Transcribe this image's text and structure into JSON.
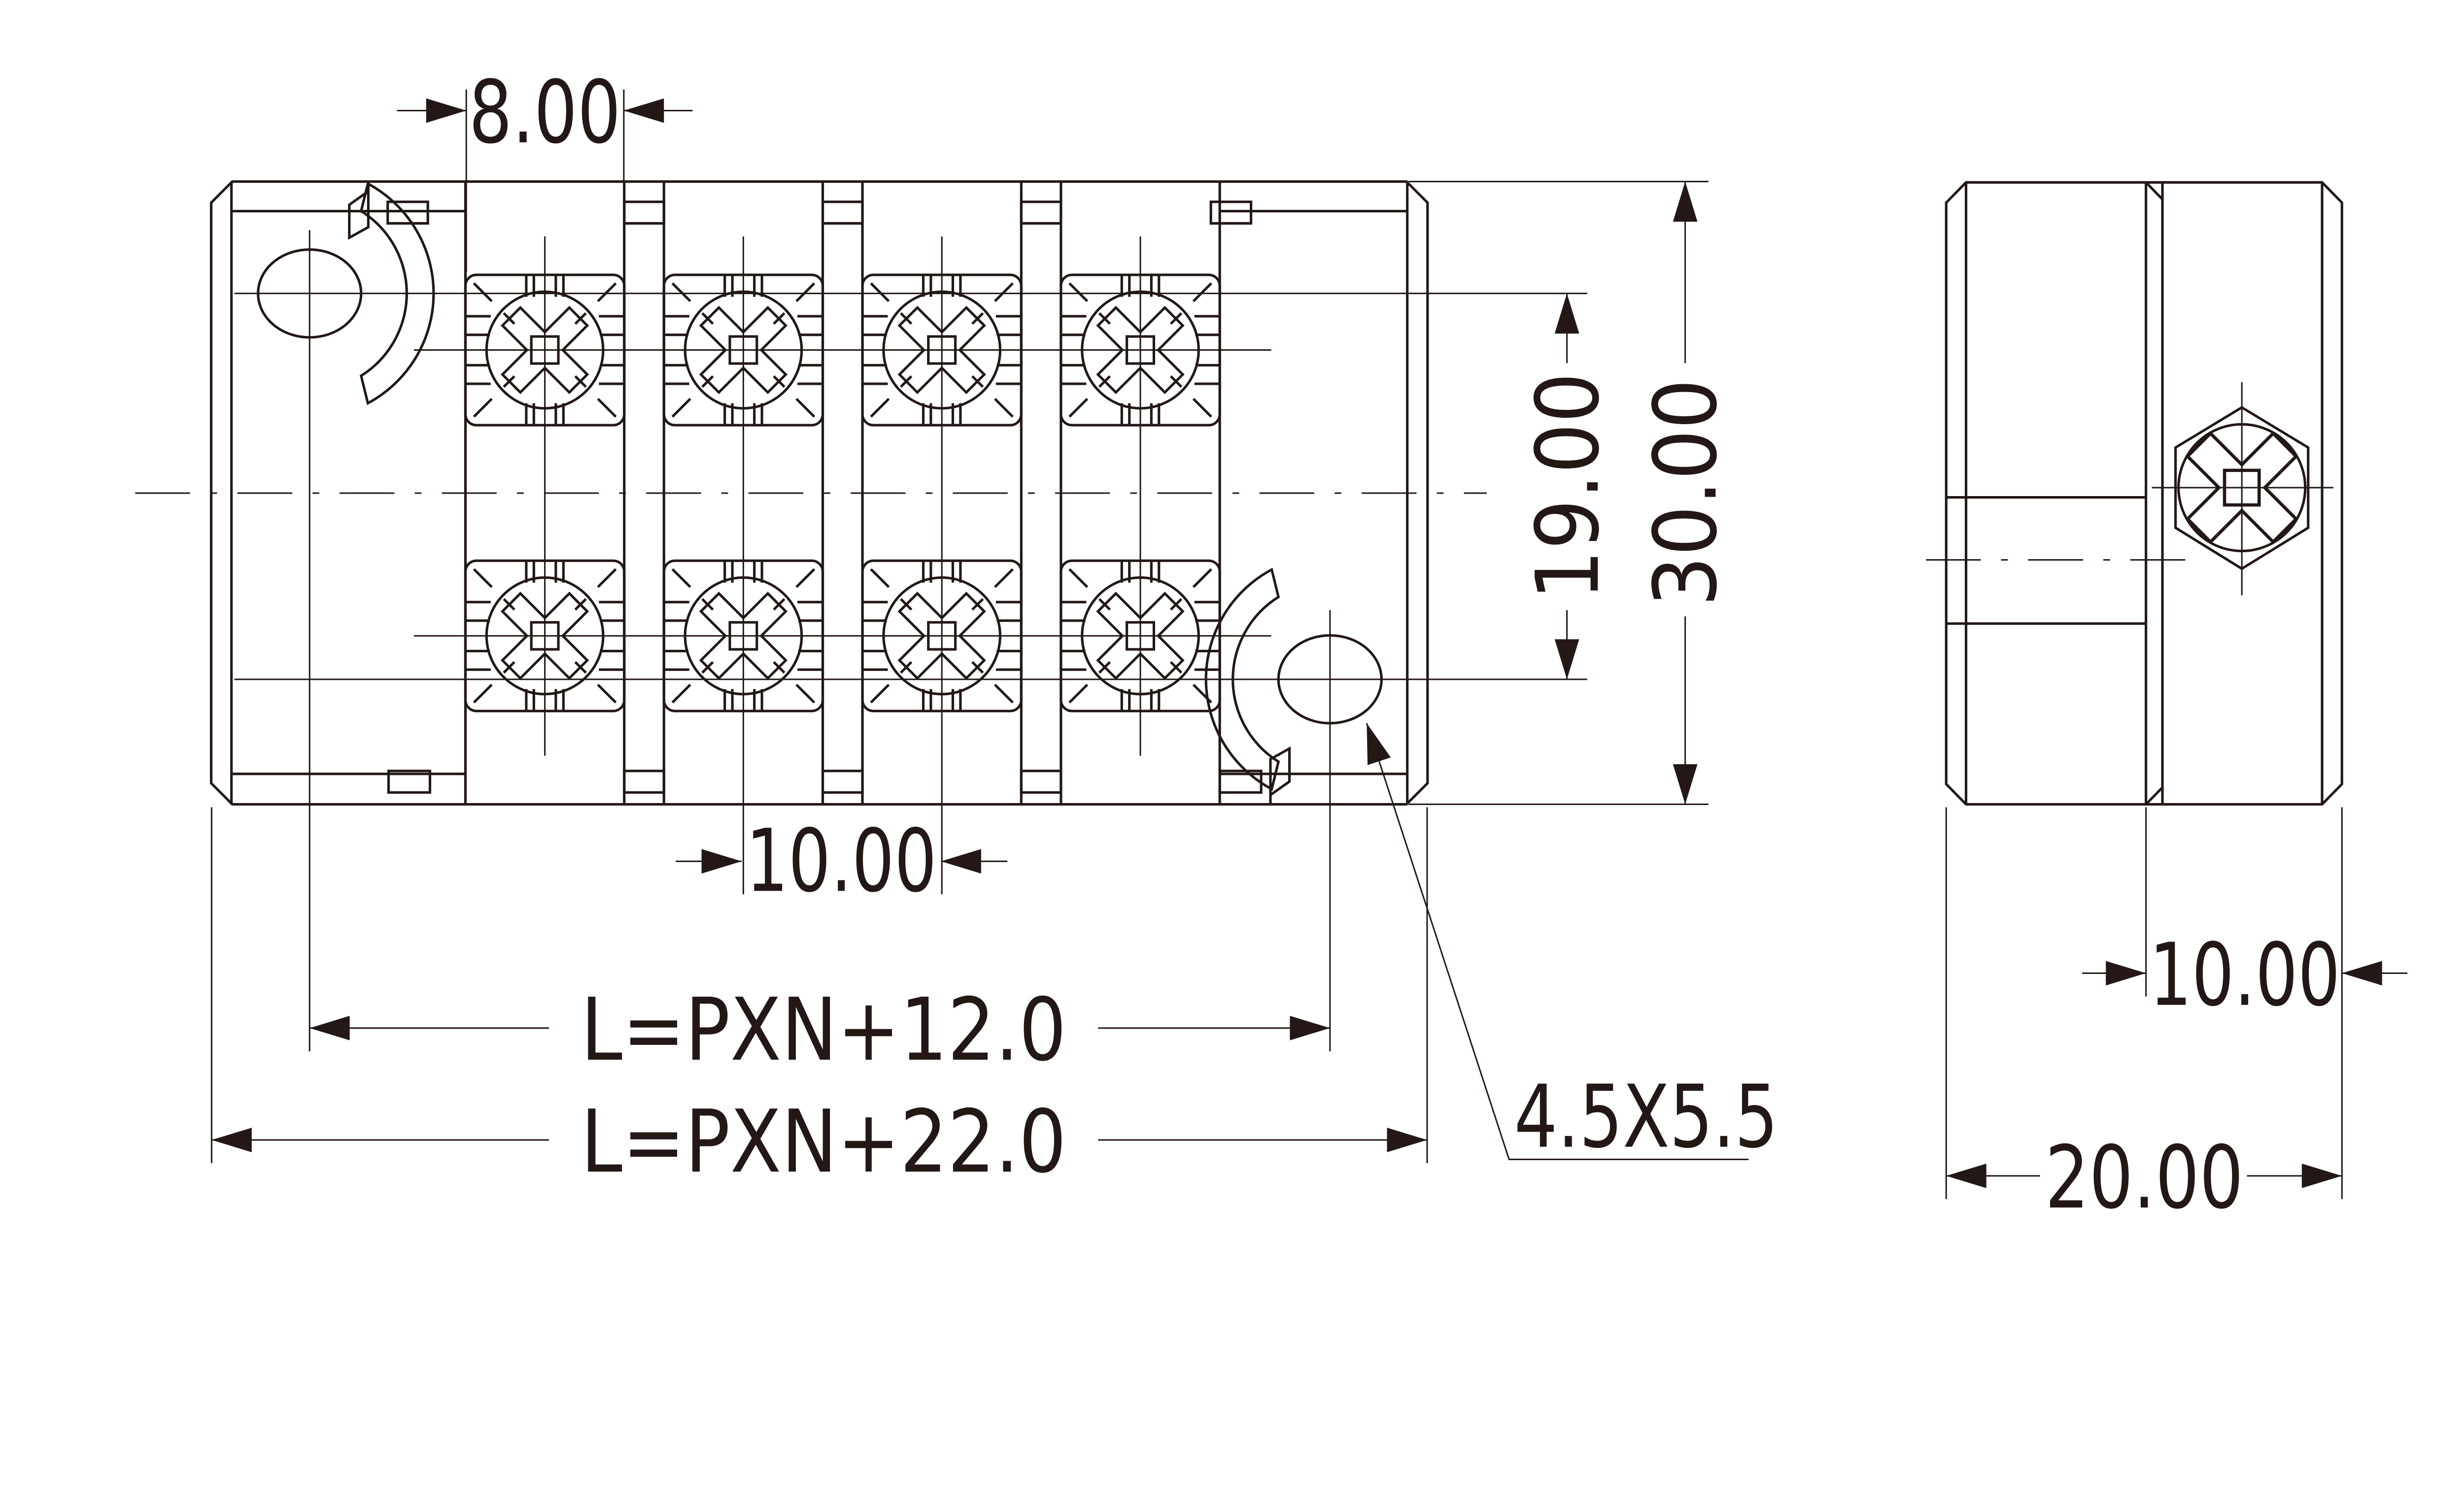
{
  "colors": {
    "line": "#231815",
    "background": "#ffffff"
  },
  "front_view": {
    "dimensions": {
      "opening_width": "8.00",
      "pitch": "10.00",
      "mount_hole_vertical_span": "19.00",
      "height": "30.00",
      "mount_hole_span": "L=PXN+12.0",
      "overall_length": "L=PXN+22.0",
      "mount_slot_size": "4.5X5.5"
    }
  },
  "side_view": {
    "dimensions": {
      "upper_width": "10.00",
      "depth": "20.00"
    }
  }
}
